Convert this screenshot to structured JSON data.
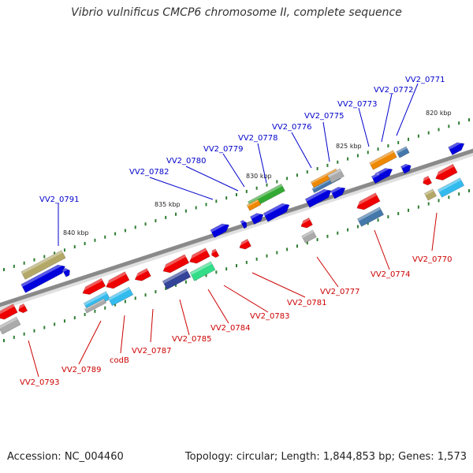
{
  "title": "Vibrio vulnificus CMCP6 chromosome II, complete sequence",
  "footer": {
    "accession": "Accession: NC_004460",
    "summary": "Topology: circular; Length: 1,844,853 bp; Genes: 1,573"
  },
  "scale_labels": [
    "820 kbp",
    "825 kbp",
    "830 kbp",
    "835 kbp",
    "840 kbp"
  ],
  "colors": {
    "backbone": "#8a8a8a",
    "tick": "#2e7d32",
    "plus_label": "#0000cc",
    "minus_label": "#cc0000",
    "plus_arrow": "#0000dd",
    "minus_arrow": "#ee0000"
  },
  "genes_plus": [
    "VV2_0771",
    "VV2_0772",
    "VV2_0773",
    "VV2_0775",
    "VV2_0776",
    "VV2_0778",
    "VV2_0779",
    "VV2_0780",
    "VV2_0782",
    "VV2_0791"
  ],
  "genes_minus": [
    "VV2_0770",
    "VV2_0774",
    "VV2_0777",
    "VV2_0781",
    "VV2_0783",
    "VV2_0784",
    "VV2_0785",
    "VV2_0787",
    "codB",
    "VV2_0789",
    "VV2_0793"
  ]
}
